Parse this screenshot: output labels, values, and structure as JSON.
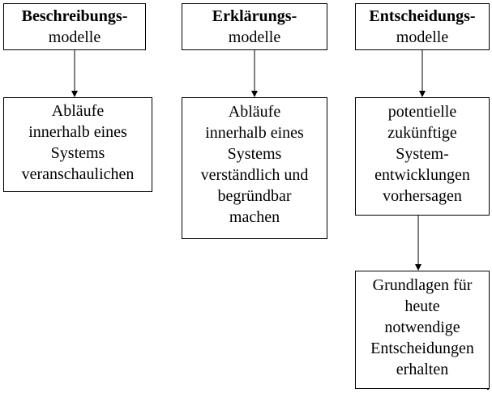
{
  "columns": [
    {
      "header": {
        "line1": "Beschreibungs-",
        "line2": "modelle"
      },
      "boxes": [
        {
          "lines": [
            "Abläufe",
            "innerhalb eines",
            "Systems",
            "veranschaulichen"
          ]
        }
      ]
    },
    {
      "header": {
        "line1": "Erklärungs-",
        "line2": "modelle"
      },
      "boxes": [
        {
          "lines": [
            "Abläufe",
            "innerhalb eines",
            "Systems",
            "verständlich und",
            "begründbar",
            "machen"
          ]
        }
      ]
    },
    {
      "header": {
        "line1": "Entscheidungs-",
        "line2": "modelle"
      },
      "boxes": [
        {
          "lines": [
            "potentielle",
            "zukünftige",
            "System-",
            "entwicklungen",
            "vorhersagen"
          ]
        },
        {
          "lines": [
            "Grundlagen für",
            "heute",
            "notwendige",
            "Entscheidungen",
            "erhalten"
          ]
        }
      ]
    }
  ],
  "colors": {
    "line": "#000000",
    "background": "#ffffff",
    "text": "#000000"
  }
}
